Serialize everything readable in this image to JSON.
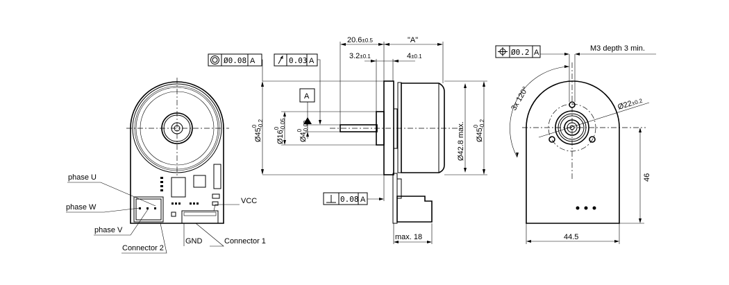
{
  "labels": {
    "phase_u": "phase U",
    "phase_w": "phase W",
    "phase_v": "phase V",
    "connector_2": "Connector 2",
    "gnd": "GND",
    "connector_1": "Connector 1",
    "vcc": "VCC"
  },
  "dimensions": {
    "d45_left": "Ø45",
    "d45_left_up": "0",
    "d45_left_low": "-0.2",
    "d16": "Ø16",
    "d16_up": "0",
    "d16_low": "-0.05",
    "d4": "Ø4",
    "d4_up": "0",
    "d4_low": "-0.02",
    "len_20_6": "20.6",
    "len_20_6_tol": "±0.5",
    "len_a": "\"A\"",
    "len_3_2": "3.2",
    "len_3_2_tol": "±0.1",
    "len_4": "4",
    "len_4_tol": "±0.1",
    "d42_8": "Ø42.8 max.",
    "d45_right": "Ø45",
    "d45_right_up": "0",
    "d45_right_low": "-0.2",
    "max_18": "max. 18",
    "angle": "3x 120°",
    "d22": "Ø22",
    "d22_tol": "±0.2",
    "m3": "M3 depth 3 min.",
    "h46": "46",
    "w44_5": "44.5"
  },
  "tolerances": {
    "concentricity": {
      "symbol": "concentricity-icon",
      "value": "Ø0.08",
      "datum": "A"
    },
    "runout": {
      "symbol": "runout-icon",
      "value": "0.03",
      "datum": "A"
    },
    "perpendicularity": {
      "symbol": "perpendicularity-icon",
      "value": "0.08",
      "datum": "A"
    },
    "position": {
      "symbol": "position-icon",
      "value": "Ø0.2",
      "datum": "A"
    },
    "datum_label": "A"
  }
}
